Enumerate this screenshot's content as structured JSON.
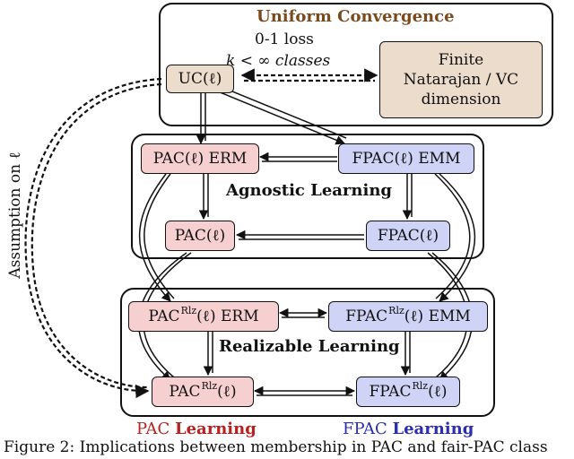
{
  "groups": {
    "uniform": "Uniform Convergence",
    "agnostic": "Agnostic Learning",
    "realizable": "Realizable Learning"
  },
  "uc_conditions": {
    "line1": "0-1 loss",
    "line2": "k < ∞ classes"
  },
  "finite_box": [
    "Finite",
    "Natarajan / VC",
    "dimension"
  ],
  "nodes": {
    "uc": "UC(ℓ)",
    "pac_erm": "PAC(ℓ) ERM",
    "fpac_emm": "FPAC(ℓ) EMM",
    "pac": "PAC(ℓ)",
    "fpac": "FPAC(ℓ)",
    "pac_rlz_erm": {
      "base": "PAC",
      "sup": "Rlz",
      "rest": "(ℓ) ERM"
    },
    "fpac_rlz_emm": {
      "base": "FPAC",
      "sup": "Rlz",
      "rest": "(ℓ) EMM"
    },
    "pac_rlz": {
      "base": "PAC",
      "sup": "Rlz",
      "rest": "(ℓ)"
    },
    "fpac_rlz": {
      "base": "FPAC",
      "sup": "Rlz",
      "rest": "(ℓ)"
    }
  },
  "side_label": "Assumption on ℓ",
  "legend": {
    "pac_prefix": "PAC ",
    "pac_word": "Learning",
    "fpac_prefix": "FPAC ",
    "fpac_word": "Learning"
  },
  "caption": "Figure 2: Implications between membership in PAC and fair-PAC class",
  "colors": {
    "pac_fill": "#f6d0d0",
    "fpac_fill": "#cfd3f5",
    "finite_fill": "#ecdccb",
    "uniform_title": "#7a4a1f",
    "pac_legend": "#b5221f",
    "fpac_legend": "#2a2fb0"
  }
}
